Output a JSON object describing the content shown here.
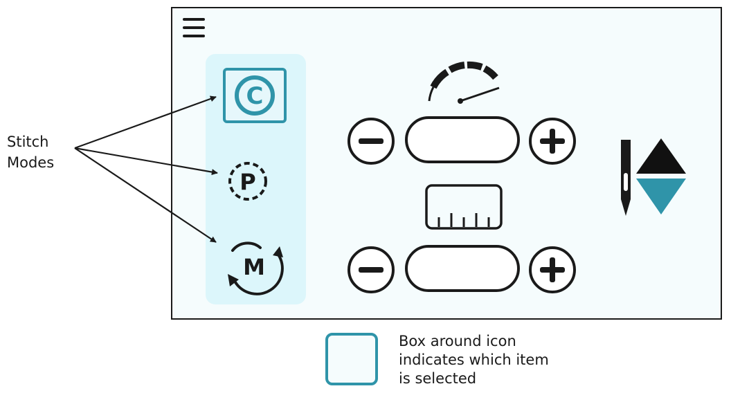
{
  "callout": {
    "line1": "Stitch",
    "line2": "Modes"
  },
  "legend": {
    "line1": "Box around icon",
    "line2": "indicates which item",
    "line3": "is selected"
  },
  "modes": [
    {
      "letter": "C"
    },
    {
      "letter": "P"
    },
    {
      "letter": "M"
    }
  ],
  "speed_value": "",
  "stitch_length_value": "",
  "colors": {
    "accent": "#2f94a9",
    "selected_fill": "#e6f7fb",
    "panel": "#dcf6fb",
    "screen": "#f5fcfd",
    "ink": "#1a1a1a"
  }
}
